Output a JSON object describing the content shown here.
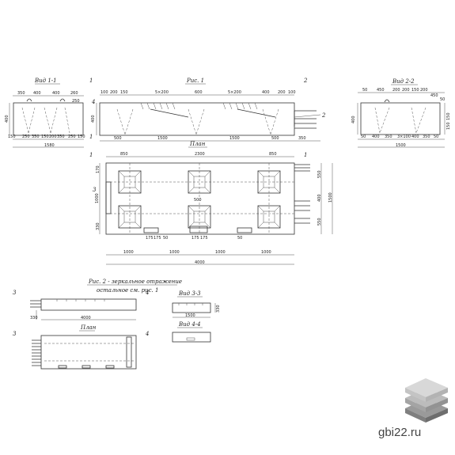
{
  "views": {
    "view1_title": "Вид 1-1",
    "fig1_title": "Рис. 1",
    "view2_title": "Вид 2-2",
    "plan_title": "План",
    "fig2_title": "Рис. 2 - зеркальное отражение",
    "fig2_note": "остальное см. рис. 1",
    "view3_title": "Вид 3-3",
    "view4_title": "Вид 4-4",
    "plan2_title": "План"
  },
  "marks": {
    "m1": "1",
    "m2": "2",
    "m3": "3",
    "m4": "4"
  },
  "dims_view1": {
    "top": [
      "350",
      "400",
      "400",
      "260",
      "250"
    ],
    "height": "400",
    "bottom": [
      "150",
      "250",
      "350",
      "150",
      "200",
      "350",
      "250",
      "150"
    ],
    "total": "1580"
  },
  "dims_fig1": {
    "top": [
      "100",
      "200",
      "150",
      "5×200",
      "600",
      "5×200",
      "400",
      "200",
      "100"
    ],
    "height": "400",
    "bottom": [
      "500",
      "1500",
      "1500",
      "500",
      "350"
    ]
  },
  "dims_view2": {
    "top": [
      "50",
      "450",
      "200",
      "200",
      "150",
      "200",
      "450",
      "50"
    ],
    "heights": [
      "400",
      "150",
      "150"
    ],
    "bottom": [
      "50",
      "400",
      "350",
      "3×100",
      "400",
      "350",
      "50"
    ],
    "total": "1500"
  },
  "dims_plan": {
    "top": [
      "850",
      "2300",
      "850"
    ],
    "left": [
      "170",
      "1000",
      "330"
    ],
    "right": [
      "550",
      "400",
      "550"
    ],
    "right_total": "1500",
    "inner": [
      "500",
      "175",
      "175",
      "50",
      "175",
      "175",
      "50"
    ],
    "bottom": [
      "1000",
      "1000",
      "1000",
      "1000"
    ],
    "total": "4000"
  },
  "dims_fig2": {
    "height": "330",
    "length": "4000"
  },
  "dims_view3": {
    "height": "330",
    "length": "1500"
  },
  "branding": {
    "site": "gbi22.ru"
  },
  "colors": {
    "line": "#333333",
    "logo_top": "#d8d8d8",
    "logo_mid": "#bcbcbc",
    "logo_bot": "#9a9a9a"
  }
}
